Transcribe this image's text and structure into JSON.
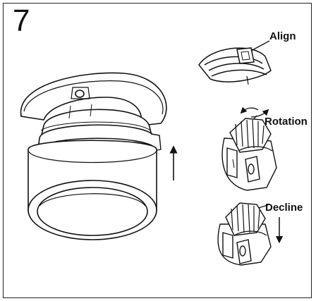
{
  "step_number": "7",
  "labels": {
    "align": "Align",
    "rotation": "Rotation",
    "decline": "Decline"
  },
  "icons": {
    "rotation_arrows": "rotate-arrows-icon",
    "up_arrow": "up-arrow-icon",
    "down_arrow": "down-arrow-icon"
  },
  "colors": {
    "line": "#111111",
    "fill": "#ffffff"
  }
}
